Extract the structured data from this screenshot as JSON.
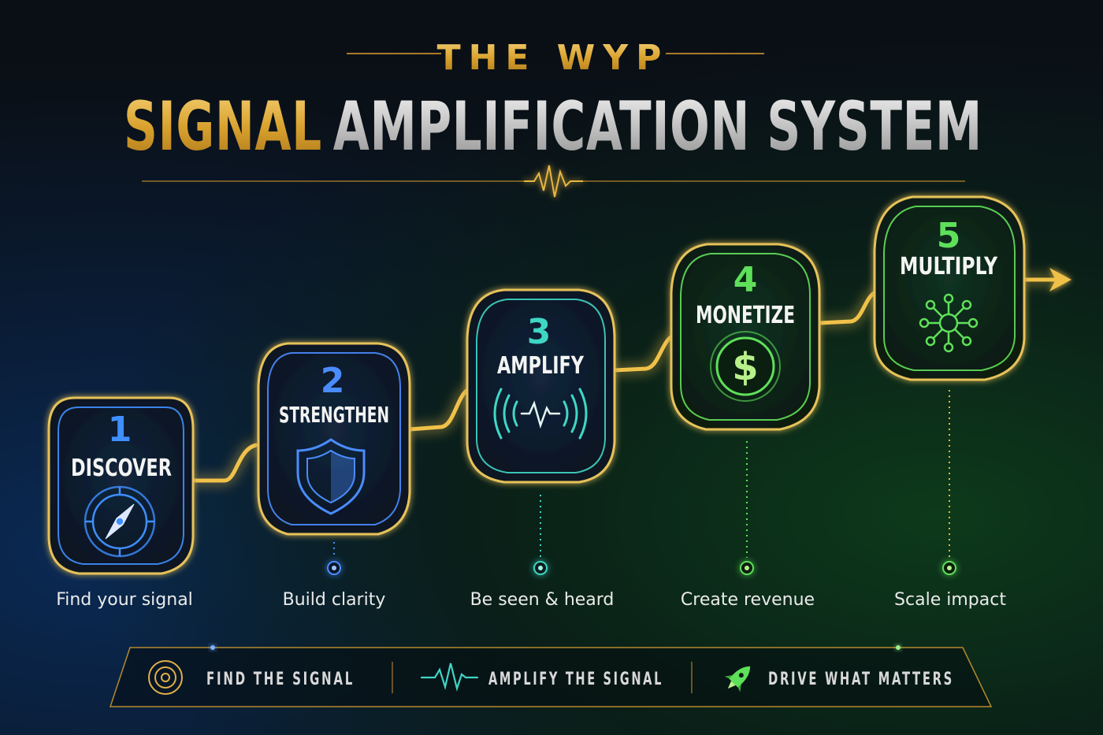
{
  "header": {
    "kicker": "THE WYP",
    "title_accent": "SIGNAL",
    "title_rest": "AMPLIFICATION SYSTEM"
  },
  "steps": [
    {
      "number": "1",
      "title": "DISCOVER",
      "caption": "Find your signal",
      "icon": "compass-icon",
      "color": "#3f8fff"
    },
    {
      "number": "2",
      "title": "STRENGTHEN",
      "caption": "Build clarity",
      "icon": "shield-icon",
      "color": "#4a8cff"
    },
    {
      "number": "3",
      "title": "AMPLIFY",
      "caption": "Be seen & heard",
      "icon": "signal-wave-icon",
      "color": "#3fd6c4"
    },
    {
      "number": "4",
      "title": "MONETIZE",
      "caption": "Create revenue",
      "icon": "dollar-icon",
      "color": "#5fe05a"
    },
    {
      "number": "5",
      "title": "MULTIPLY",
      "caption": "Scale impact",
      "icon": "network-icon",
      "color": "#5fe05a"
    }
  ],
  "footer": {
    "items": [
      {
        "label": "FIND THE SIGNAL",
        "icon": "target-icon"
      },
      {
        "label": "AMPLIFY THE SIGNAL",
        "icon": "pulse-icon"
      },
      {
        "label": "DRIVE WHAT MATTERS",
        "icon": "rocket-icon"
      }
    ]
  },
  "colors": {
    "gold": "#e8b740",
    "silver": "#d8d8d8",
    "blue": "#3f8fff",
    "teal": "#3fd6c4",
    "green": "#5fe05a"
  }
}
